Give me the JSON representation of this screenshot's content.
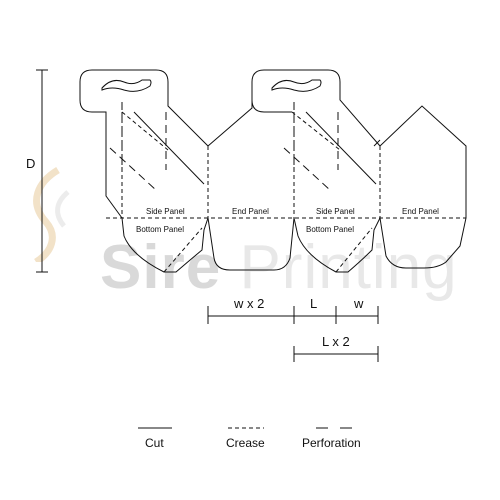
{
  "brand": {
    "watermark_bold": "Sire",
    "watermark_light": "Printing"
  },
  "dimension_labels": {
    "depth": "D",
    "width_x2": "w x 2",
    "length": "L",
    "width": "w",
    "length_x2": "L x 2"
  },
  "panel_labels": {
    "side_panel_1": "Side Panel",
    "end_panel_1": "End Panel",
    "side_panel_2": "Side Panel",
    "end_panel_2": "End Panel",
    "bottom_panel_1": "Bottom Panel",
    "bottom_panel_2": "Bottom Panel"
  },
  "legend": {
    "cut": "Cut",
    "crease": "Crease",
    "perforation": "Perforation"
  },
  "colors": {
    "line": "#111111",
    "watermark": "#dcdcdc",
    "watermark_accent": "#f3e3c8"
  }
}
